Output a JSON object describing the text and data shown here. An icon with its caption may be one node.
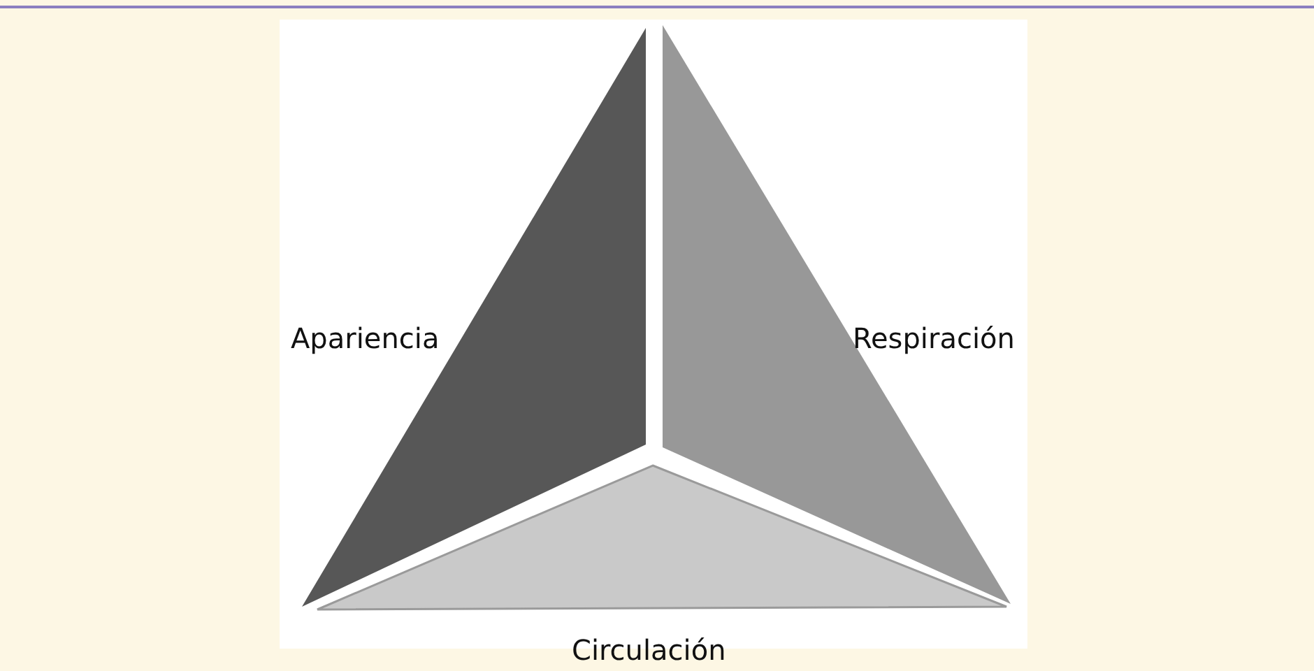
{
  "diagram": {
    "nodes": [
      {
        "text": [
          "Apariencia"
        ]
      },
      {
        "text": [
          "Respiración"
        ]
      },
      {
        "text": [
          "Circulación"
        ]
      }
    ]
  }
}
